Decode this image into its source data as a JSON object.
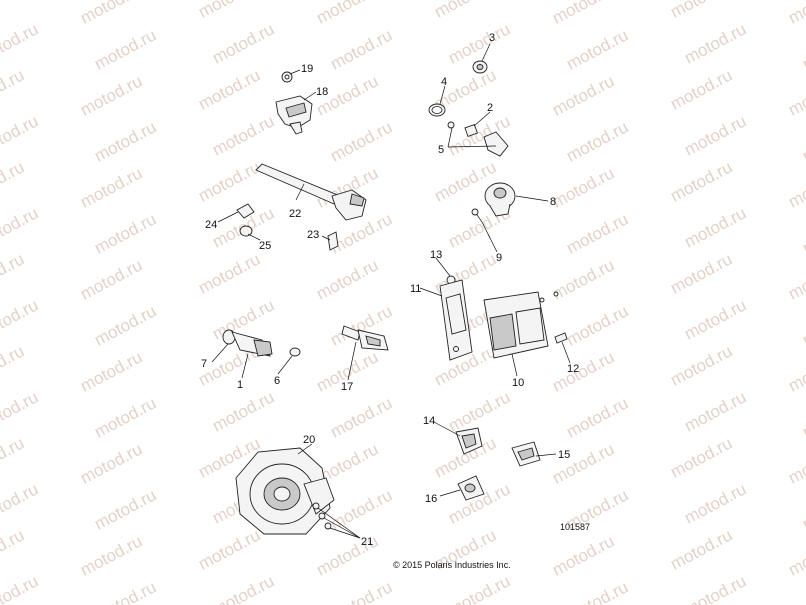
{
  "watermark": {
    "text": "motod.ru",
    "color": "#e4d2c8"
  },
  "callouts": {
    "c1": "1",
    "c2": "2",
    "c3": "3",
    "c4": "4",
    "c5": "5",
    "c6": "6",
    "c7": "7",
    "c8": "8",
    "c9": "9",
    "c10": "10",
    "c11": "11",
    "c12": "12",
    "c13": "13",
    "c14": "14",
    "c15": "15",
    "c16": "16",
    "c17": "17",
    "c18": "18",
    "c19": "19",
    "c20": "20",
    "c21": "21",
    "c22": "22",
    "c23": "23",
    "c24": "24",
    "c25": "25"
  },
  "figure_number": "101587",
  "copyright": "© 2015 Polaris Industries Inc."
}
